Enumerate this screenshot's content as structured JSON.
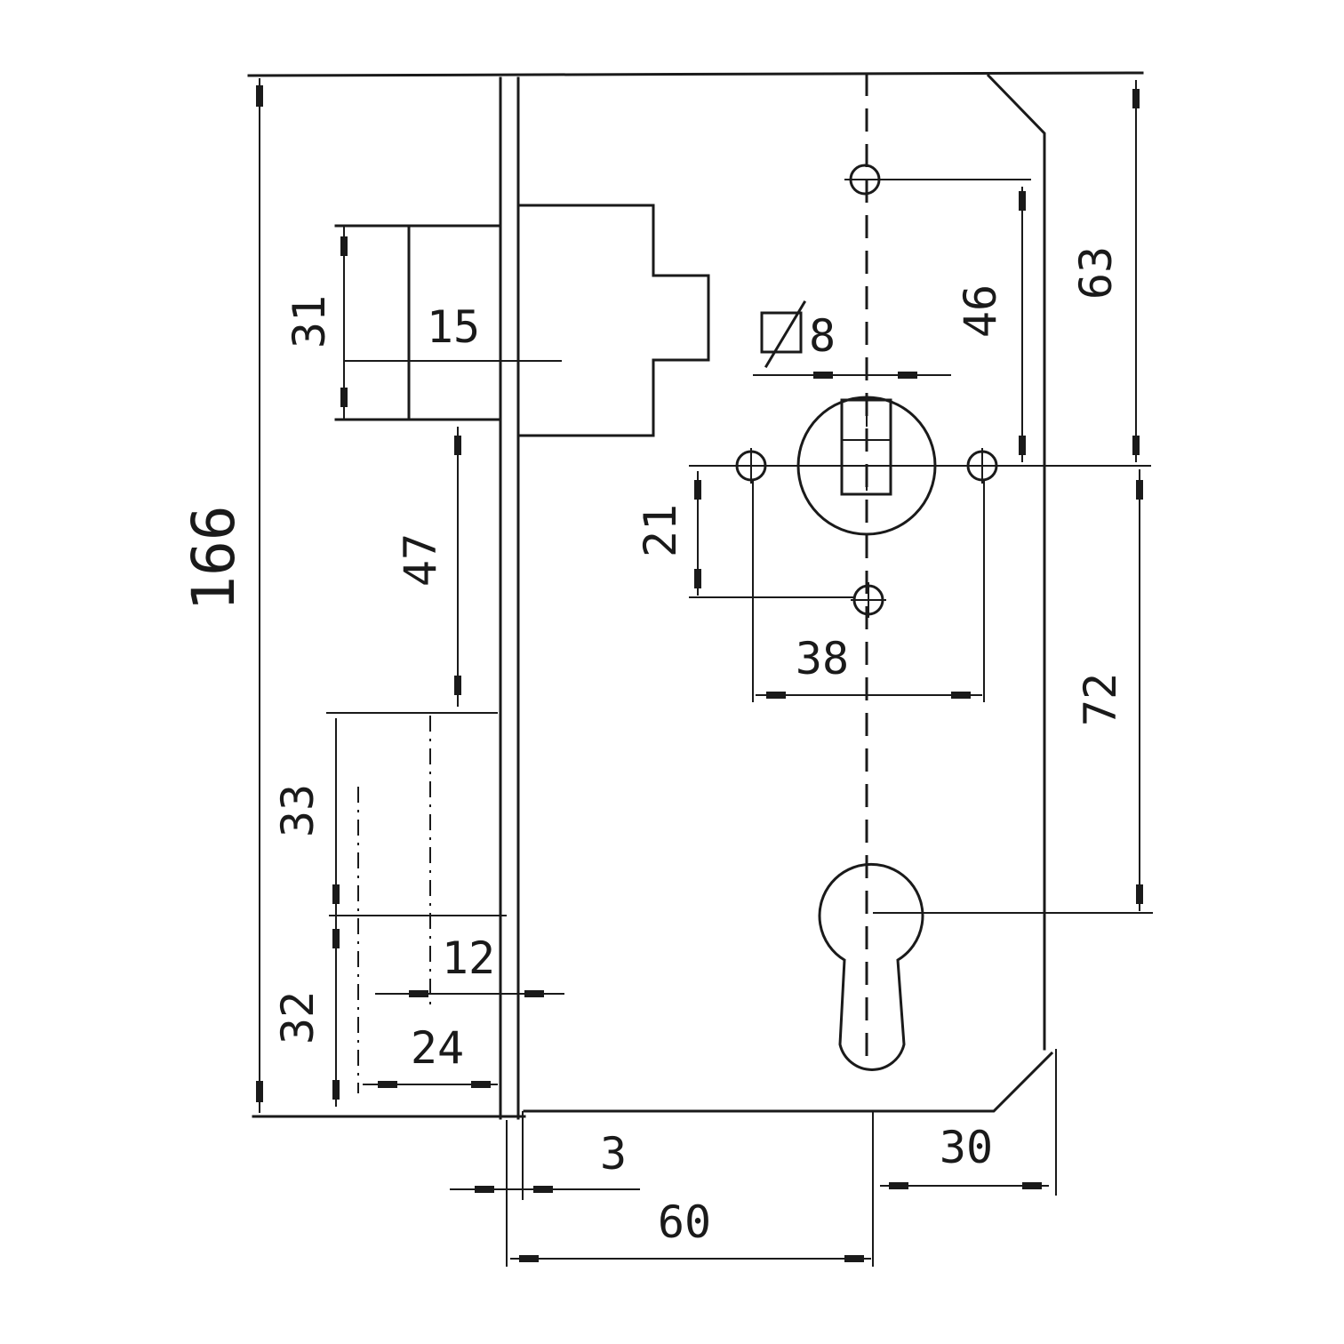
{
  "drawing": {
    "dimensions": {
      "overall_height": "166",
      "latch_height": "31",
      "latch_throw": "15",
      "latch_to_lower_bolt": "47",
      "upper_cylinder_offset": "33",
      "lower_cylinder_offset": "32",
      "bolt_throw_12": "12",
      "bolt_depth_24": "24",
      "faceplate_thickness": "3",
      "backset": "60",
      "bottom_corner": "30",
      "follower_square": "8",
      "screw_spacing_vertical": "21",
      "screw_spacing_horizontal": "38",
      "top_to_follower": "46",
      "top_to_center": "63",
      "center_to_cylinder": "72"
    }
  }
}
